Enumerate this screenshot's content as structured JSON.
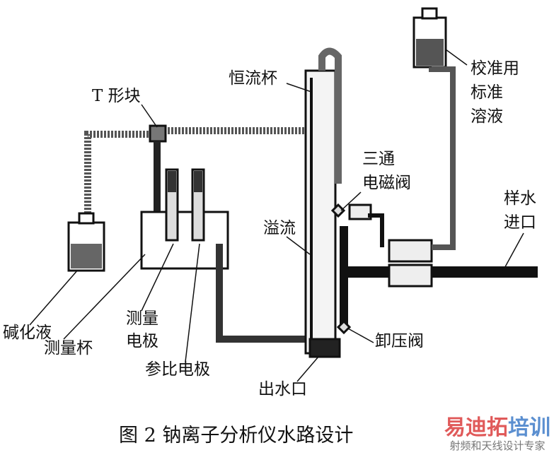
{
  "labels": {
    "t_block": "T 形块",
    "constant_cup": "恒流杯",
    "calibration_line1": "校准用",
    "calibration_line2": "标准",
    "calibration_line3": "溶液",
    "solenoid_line1": "三通",
    "solenoid_line2": "电磁阀",
    "sample_line1": "样水",
    "sample_line2": "进口",
    "overflow": "溢流",
    "alkali": "碱化液",
    "measure_cup": "测量杯",
    "measure_electrode_line1": "测量",
    "measure_electrode_line2": "电极",
    "reference_electrode": "参比电极",
    "relief_valve": "卸压阀",
    "outlet": "出水口"
  },
  "caption": "图 2  钠离子分析仪水路设计",
  "watermark": {
    "brand_part1": "易迪拓",
    "brand_part2": "培训",
    "slogan": "射频和天线设计专家",
    "color1": "#e05a5a",
    "color2": "#5b8fd0"
  }
}
